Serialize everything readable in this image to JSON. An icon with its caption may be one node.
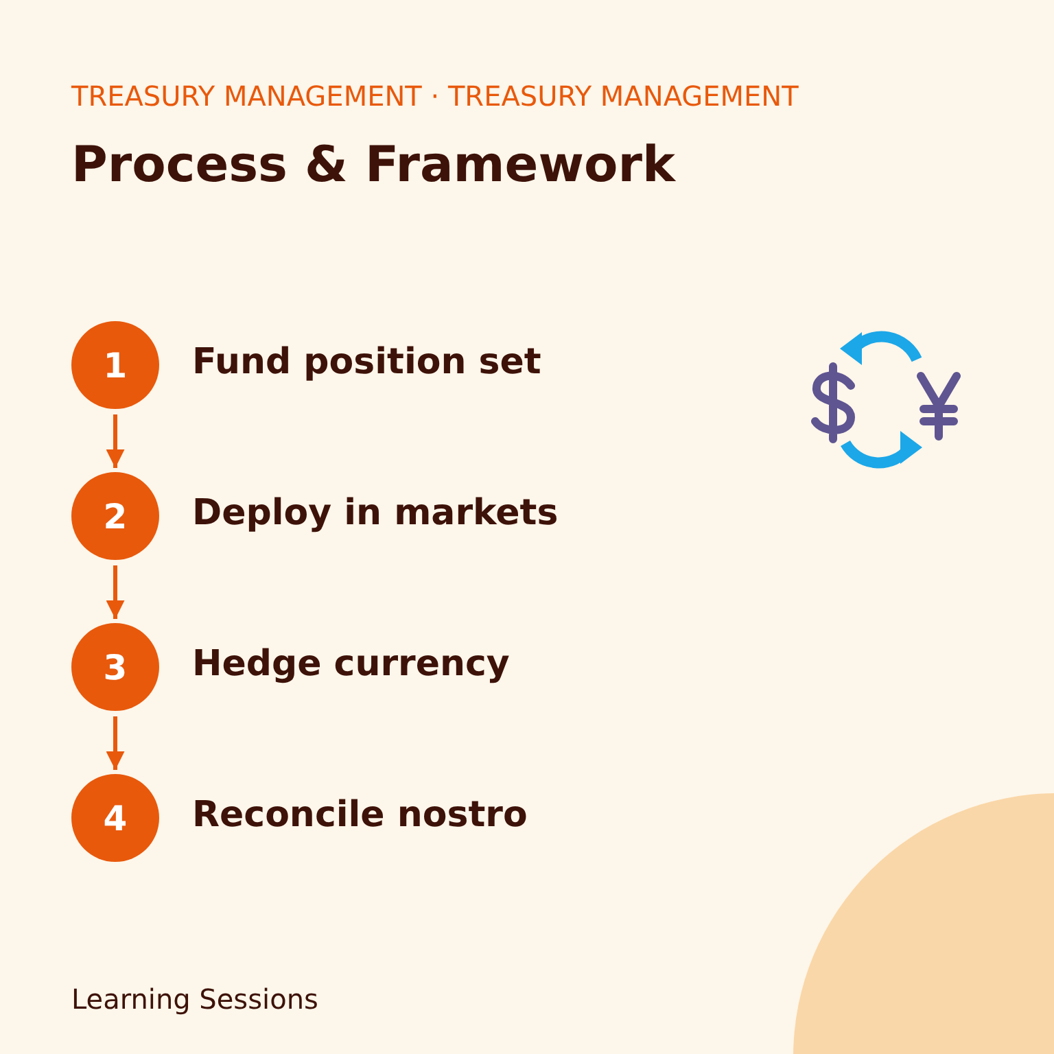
{
  "diagram": {
    "title": "Process & Framework",
    "nodes": [
      {
        "text": [
          "1"
        ],
        "beside": [
          "Fund position set"
        ]
      },
      {
        "text": [
          "2"
        ],
        "beside": [
          "Deploy in markets"
        ]
      },
      {
        "text": [
          "3"
        ],
        "beside": [
          "Hedge currency"
        ]
      },
      {
        "text": [
          "4"
        ],
        "beside": [
          "Reconcile nostro"
        ]
      }
    ],
    "edges": [
      {
        "from": 0,
        "to": 1,
        "arrow": "to"
      },
      {
        "from": 1,
        "to": 2,
        "arrow": "to"
      },
      {
        "from": 2,
        "to": 3,
        "arrow": "to"
      }
    ],
    "labels": [
      "TREASURY MANAGEMENT · TREASURY MANAGEMENT",
      "Learning Sessions"
    ]
  }
}
